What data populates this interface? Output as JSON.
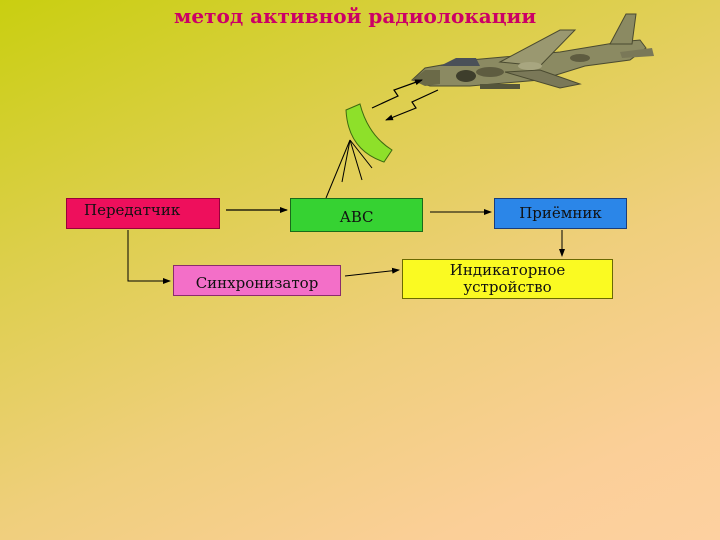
{
  "title": "метод активной радиолокации",
  "blocks": {
    "transmitter": "Передатчик",
    "abc": "АВС",
    "receiver": "Приёмник",
    "synchronizer": "Синхронизатор",
    "indicator_line1": "Индикаторное",
    "indicator_line2": "устройство"
  },
  "colors": {
    "title": "#cc0066",
    "transmitter": "#ee0f5c",
    "abc": "#36d232",
    "receiver": "#2b86e8",
    "synchronizer": "#f36fc8",
    "indicator": "#fafa22",
    "antenna_dish": "#8ee02a"
  },
  "icons": {
    "aircraft": "jet-aircraft-icon",
    "antenna": "radar-dish-icon",
    "signal": "lightning-signal-icon"
  }
}
